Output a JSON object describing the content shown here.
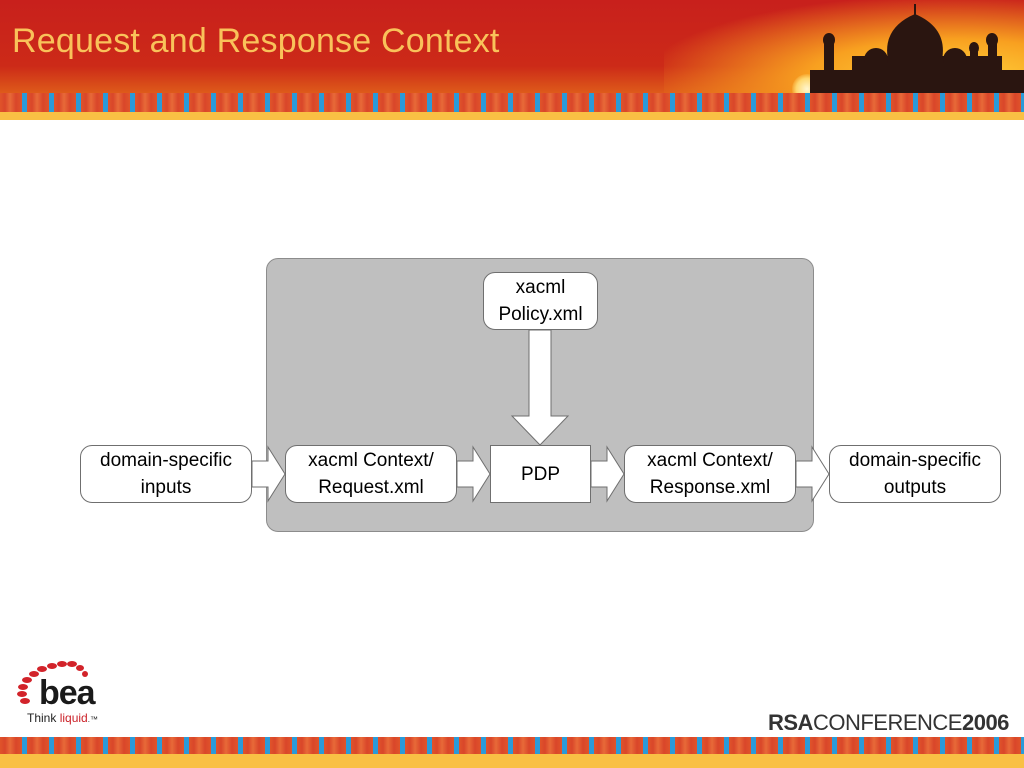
{
  "slide": {
    "title": "Request and Response Context"
  },
  "diagram": {
    "nodes": [
      {
        "id": "domain-inputs",
        "line1": "domain-specific",
        "line2": "inputs"
      },
      {
        "id": "request",
        "line1": "xacml Context/",
        "line2": "Request.xml"
      },
      {
        "id": "pdp",
        "line1": "PDP",
        "line2": ""
      },
      {
        "id": "response",
        "line1": "xacml Context/",
        "line2": "Response.xml"
      },
      {
        "id": "domain-outputs",
        "line1": "domain-specific",
        "line2": "outputs"
      },
      {
        "id": "policy",
        "line1": "xacml",
        "line2": "Policy.xml"
      }
    ],
    "edges": [
      {
        "from": "domain-inputs",
        "to": "request"
      },
      {
        "from": "request",
        "to": "pdp"
      },
      {
        "from": "pdp",
        "to": "response"
      },
      {
        "from": "response",
        "to": "domain-outputs"
      },
      {
        "from": "policy",
        "to": "pdp"
      }
    ]
  },
  "footer": {
    "left_logo": {
      "brand": "bea",
      "tagline_prefix": "Think",
      "tagline_accent": "liquid",
      "tagline_suffix": ".™"
    },
    "right_logo": {
      "prefix": "RSA",
      "middle": "CONFERENCE",
      "year": "2006"
    }
  }
}
